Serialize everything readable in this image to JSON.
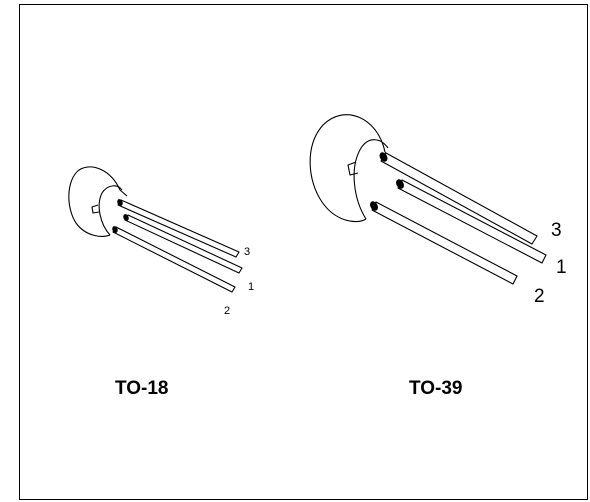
{
  "packages": [
    {
      "name": "TO-18",
      "pins": [
        "3",
        "1",
        "2"
      ]
    },
    {
      "name": "TO-39",
      "pins": [
        "3",
        "1",
        "2"
      ]
    }
  ],
  "colors": {
    "stroke": "#000000",
    "background": "#ffffff"
  }
}
